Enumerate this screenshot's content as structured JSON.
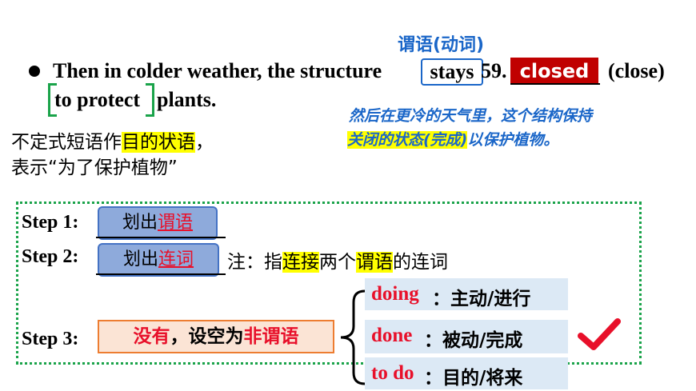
{
  "header": {
    "predicate_label": "谓语(动词)"
  },
  "sentence": {
    "part1": "Then in colder weather, the structure",
    "verb": "stays",
    "blank_number": "59.",
    "answer": "closed",
    "hint": "(close)",
    "infinitive": "to protect",
    "part2": "plants."
  },
  "translation": {
    "line1": "然后在更冷的天气里，这个结构保持",
    "line2_highlight": "关闭的状态(完成)",
    "line2_rest": "以保护植物。"
  },
  "note": {
    "pre": "不定式短语作",
    "highlight": "目的状语",
    "post": "，",
    "line2": "表示“为了保护植物”"
  },
  "steps": {
    "step1": {
      "label": "Step 1:",
      "action": "划出",
      "target": "谓语"
    },
    "step2": {
      "label": "Step 2:",
      "action": "划出",
      "target": "连词",
      "note_pre": "注：指",
      "note_hl1": "连接",
      "note_mid": "两个",
      "note_hl2": "谓语",
      "note_post": "的连词"
    },
    "step3": {
      "label": "Step 3:",
      "part1": "没有",
      "part2": "，设空为",
      "part3": "非谓语"
    }
  },
  "options": [
    {
      "term": "doing",
      "meaning": "：主动/进行"
    },
    {
      "term": "done",
      "meaning": "：被动/完成"
    },
    {
      "term": "to do",
      "meaning": "：目的/将来"
    }
  ],
  "colors": {
    "accent_red": "#e8102a",
    "blue": "#1a66c8",
    "green": "#1aa34a",
    "step_box": "#8eaadb",
    "option_bg": "#dce9f5"
  },
  "icons": {
    "check": "check-icon",
    "brace": "left-brace-icon"
  }
}
